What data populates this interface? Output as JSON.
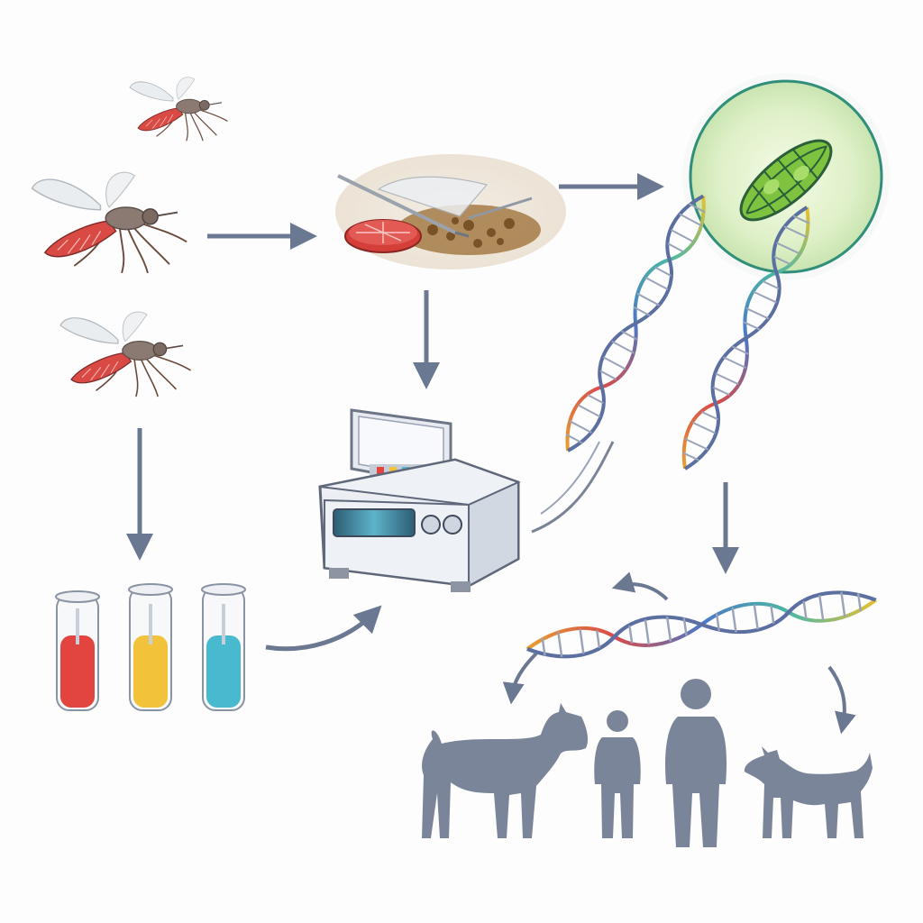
{
  "diagram": {
    "nodes": [
      {
        "id": "mosquitoes",
        "icon": "mosquito-icon",
        "count": 3
      },
      {
        "id": "dissection",
        "icon": "dissection-icon"
      },
      {
        "id": "microscope-view",
        "icon": "parasite-icon"
      },
      {
        "id": "sample-tubes",
        "icon": "test-tube-icon",
        "count": 3
      },
      {
        "id": "sequencer",
        "icon": "sequencer-machine-icon"
      },
      {
        "id": "dna-helices",
        "icon": "dna-helix-icon",
        "count": 3
      },
      {
        "id": "hosts",
        "icon": "host-silhouette-icon",
        "items": [
          "cow",
          "child",
          "adult",
          "dog"
        ]
      }
    ],
    "edges": [
      {
        "from": "mosquitoes",
        "to": "dissection"
      },
      {
        "from": "dissection",
        "to": "microscope-view"
      },
      {
        "from": "dissection",
        "to": "sequencer"
      },
      {
        "from": "mosquitoes",
        "to": "sample-tubes"
      },
      {
        "from": "sample-tubes",
        "to": "sequencer"
      },
      {
        "from": "dna-helices",
        "to": "hosts"
      }
    ],
    "colors": {
      "arrow": "#6b7891",
      "silhouette": "#7b8599",
      "mosquito_abdomen": "#d94a45",
      "tube_red": "#e2453f",
      "tube_yellow": "#f2c33a",
      "tube_cyan": "#49b9cf",
      "parasite_green": "#7ec23f",
      "lens_ring": "#2f8f7a"
    }
  }
}
